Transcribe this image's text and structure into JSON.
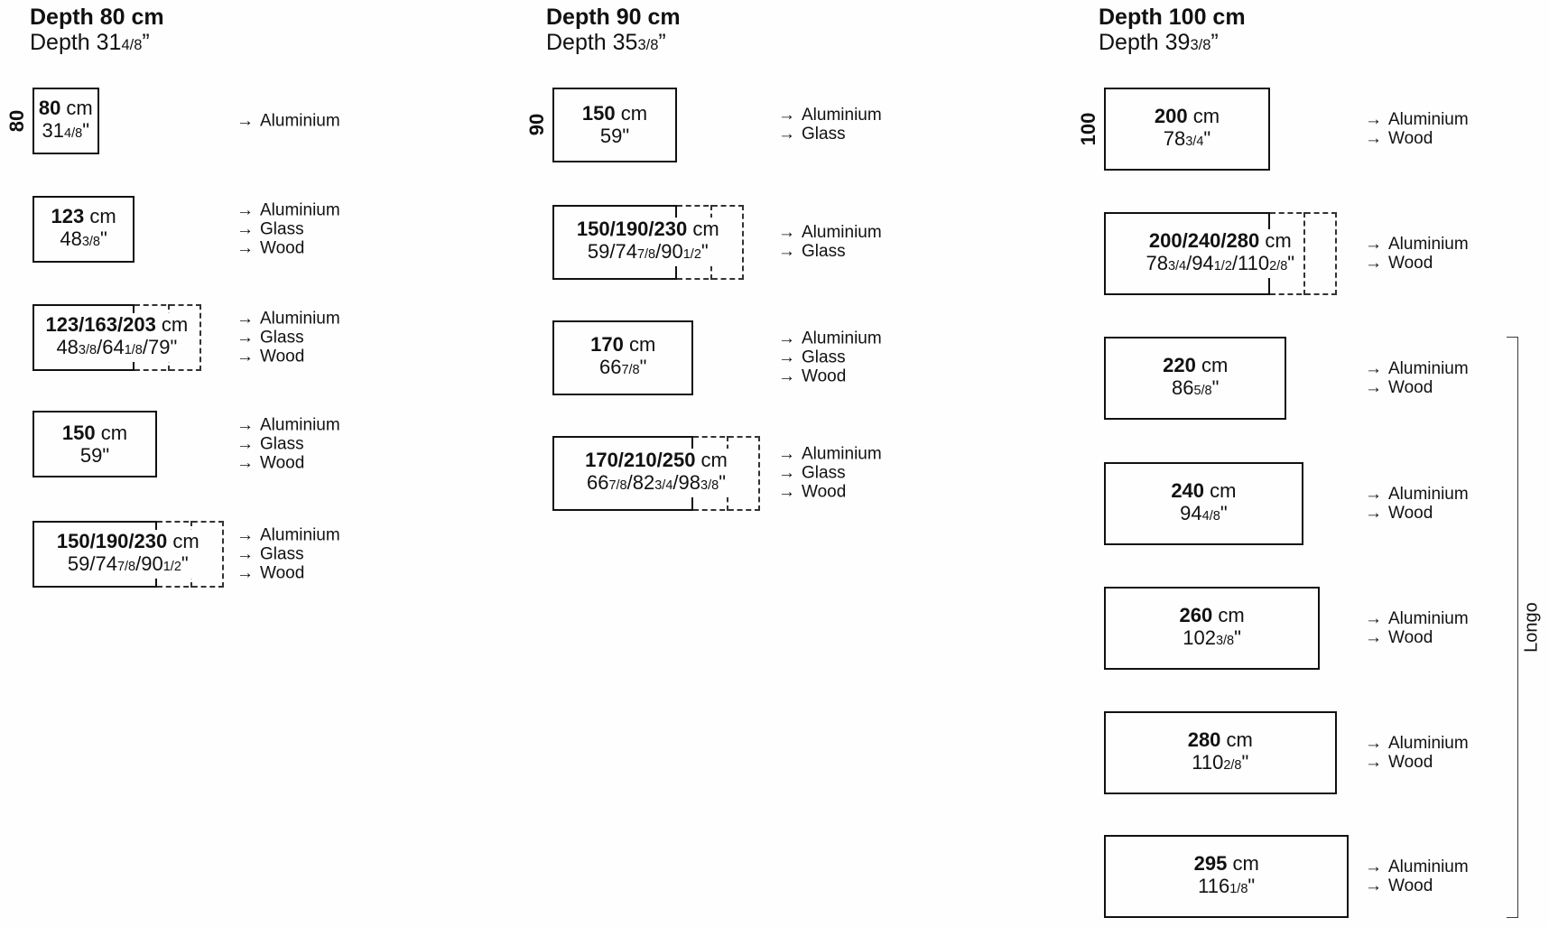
{
  "arrow_glyph": "→",
  "units": {
    "cm": "cm"
  },
  "colors": {
    "text": "#111111",
    "line_solid": "#111111",
    "line_dashed": "#333333",
    "background": "#fefefe"
  },
  "bracket": {
    "label": "Longo",
    "column_index": 2,
    "from_row": 2,
    "to_row": 6
  },
  "columns": [
    {
      "title": "Depth 80 cm",
      "subtitle": "Depth 31[4/8]”",
      "side_label": "80",
      "depth_cm": 80,
      "rows": [
        {
          "sizes_cm": [
            80
          ],
          "cm_label": "80",
          "inch_label": "31[4/8]\"",
          "materials": [
            "Aluminium"
          ]
        },
        {
          "sizes_cm": [
            123
          ],
          "cm_label": "123",
          "inch_label": "48[3/8]\"",
          "materials": [
            "Aluminium",
            "Glass",
            "Wood"
          ]
        },
        {
          "sizes_cm": [
            123,
            163,
            203
          ],
          "cm_label": "123/163/203",
          "inch_label": "48[3/8]/64[1/8]/79\"",
          "materials": [
            "Aluminium",
            "Glass",
            "Wood"
          ]
        },
        {
          "sizes_cm": [
            150
          ],
          "cm_label": "150",
          "inch_label": "59\"",
          "materials": [
            "Aluminium",
            "Glass",
            "Wood"
          ]
        },
        {
          "sizes_cm": [
            150,
            190,
            230
          ],
          "cm_label": "150/190/230",
          "inch_label": "59/74[7/8]/90[1/2]\"",
          "materials": [
            "Aluminium",
            "Glass",
            "Wood"
          ]
        }
      ]
    },
    {
      "title": "Depth 90 cm",
      "subtitle": "Depth 35[3/8]”",
      "side_label": "90",
      "depth_cm": 90,
      "rows": [
        {
          "sizes_cm": [
            150
          ],
          "cm_label": "150",
          "inch_label": "59\"",
          "materials": [
            "Aluminium",
            "Glass"
          ]
        },
        {
          "sizes_cm": [
            150,
            190,
            230
          ],
          "cm_label": "150/190/230",
          "inch_label": "59/74[7/8]/90[1/2]\"",
          "materials": [
            "Aluminium",
            "Glass"
          ]
        },
        {
          "sizes_cm": [
            170
          ],
          "cm_label": "170",
          "inch_label": "66[7/8]\"",
          "materials": [
            "Aluminium",
            "Glass",
            "Wood"
          ]
        },
        {
          "sizes_cm": [
            170,
            210,
            250
          ],
          "cm_label": "170/210/250",
          "inch_label": "66[7/8]/82[3/4]/98[3/8]\"",
          "materials": [
            "Aluminium",
            "Glass",
            "Wood"
          ]
        }
      ]
    },
    {
      "title": "Depth 100 cm",
      "subtitle": "Depth 39[3/8]”",
      "side_label": "100",
      "depth_cm": 100,
      "rows": [
        {
          "sizes_cm": [
            200
          ],
          "cm_label": "200",
          "inch_label": "78[3/4]\"",
          "materials": [
            "Aluminium",
            "Wood"
          ]
        },
        {
          "sizes_cm": [
            200,
            240,
            280
          ],
          "cm_label": "200/240/280",
          "inch_label": "78[3/4]/94[1/2]/110[2/8]\"",
          "materials": [
            "Aluminium",
            "Wood"
          ]
        },
        {
          "sizes_cm": [
            220
          ],
          "cm_label": "220",
          "inch_label": "86[5/8]\"",
          "materials": [
            "Aluminium",
            "Wood"
          ]
        },
        {
          "sizes_cm": [
            240
          ],
          "cm_label": "240",
          "inch_label": "94[4/8]\"",
          "materials": [
            "Aluminium",
            "Wood"
          ]
        },
        {
          "sizes_cm": [
            260
          ],
          "cm_label": "260",
          "inch_label": "102[3/8]\"",
          "materials": [
            "Aluminium",
            "Wood"
          ]
        },
        {
          "sizes_cm": [
            280
          ],
          "cm_label": "280",
          "inch_label": "110[2/8]\"",
          "materials": [
            "Aluminium",
            "Wood"
          ]
        },
        {
          "sizes_cm": [
            295
          ],
          "cm_label": "295",
          "inch_label": "116[1/8]\"",
          "materials": [
            "Aluminium",
            "Wood"
          ]
        }
      ]
    }
  ]
}
